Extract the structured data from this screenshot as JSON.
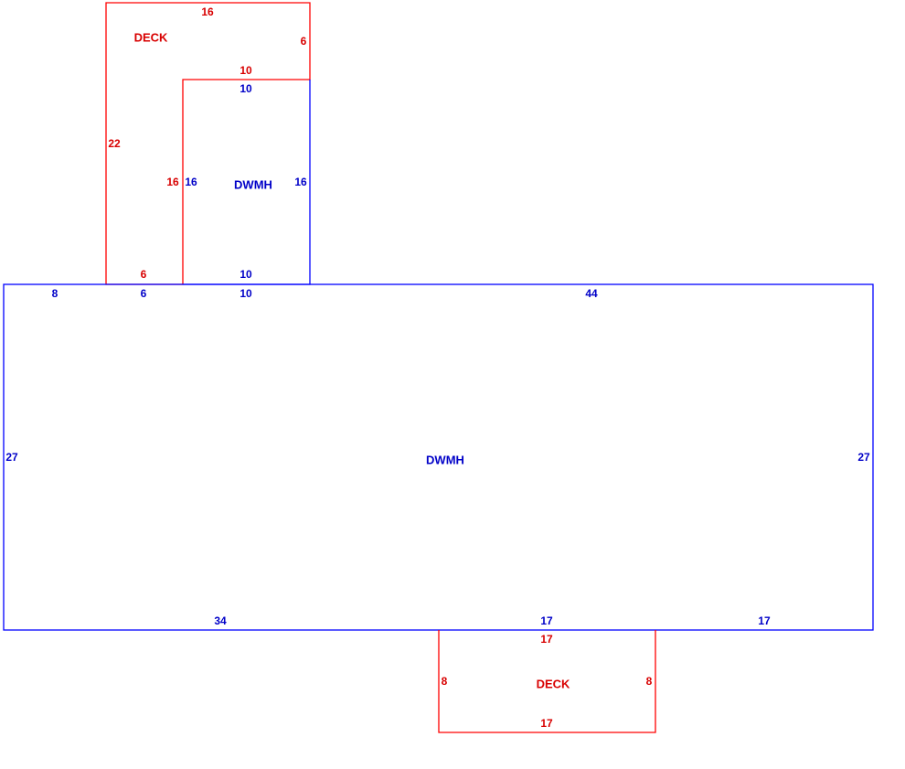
{
  "colors": {
    "deck": "#ff0000",
    "deck_text": "#d80000",
    "dwmh": "#0000ff",
    "dwmh_text": "#0000c8"
  },
  "upper_deck": {
    "name": "DECK",
    "top": "16",
    "right": "6",
    "inner_top": "10",
    "left": "22",
    "inner_left": "16",
    "bottom": "6"
  },
  "small_dwmh": {
    "name": "DWMH",
    "top": "10",
    "left": "16",
    "right": "16",
    "bottom": "10"
  },
  "main_dwmh": {
    "name": "DWMH",
    "top_seg_a": "8",
    "top_seg_b": "6",
    "top_seg_c": "10",
    "top_seg_d": "44",
    "left": "27",
    "right": "27",
    "bottom_seg_a": "34",
    "bottom_seg_b": "17",
    "bottom_seg_c": "17"
  },
  "lower_deck": {
    "name": "DECK",
    "top": "17",
    "left": "8",
    "right": "8",
    "bottom": "17"
  }
}
